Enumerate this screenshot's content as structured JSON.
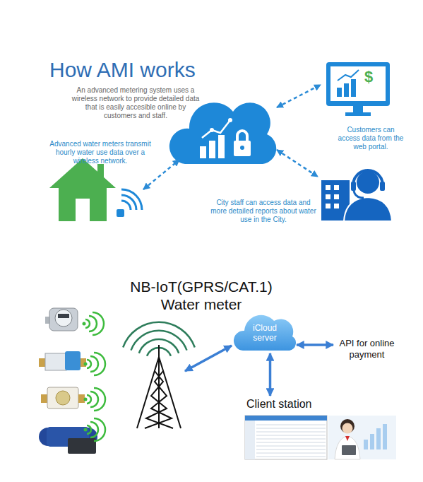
{
  "diagram": {
    "title": "How AMI works",
    "nodes": [
      {
        "text": [
          "iCloud server"
        ]
      },
      {
        "text": [
          "API for online payment"
        ]
      },
      {
        "text": [
          "Client station"
        ]
      }
    ],
    "edges": [
      {
        "from": 0,
        "to": 1,
        "arrow": "both"
      },
      {
        "from": 0,
        "to": 2,
        "arrow": "both"
      }
    ],
    "labels": [
      "An advanced metering system uses a wireless network to provide detailed data that is easily accesible online by customers and staff.",
      "Advanced water meters transmit hourly water use data over a wireless network.",
      "Customers can access data from the web portal.",
      "City staff can access data and more detailed reports about water use in the City.",
      "$",
      "NB-IoT(GPRS/CAT.1)",
      "Water meter"
    ]
  }
}
